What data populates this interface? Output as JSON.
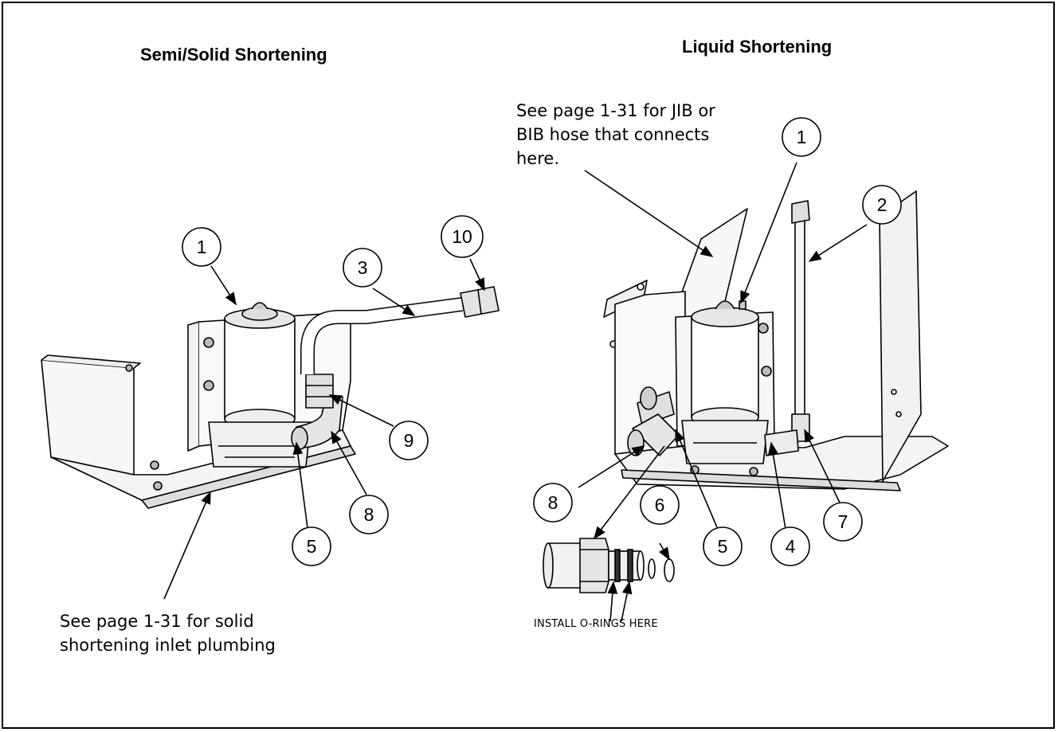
{
  "headings": {
    "left": "Semi/Solid Shortening",
    "right": "Liquid Shortening"
  },
  "notes": {
    "jib_line1": "See page 1-31 for JIB or",
    "jib_line2": "BIB hose that connects",
    "jib_line3": "here.",
    "solid_line1": "See page 1-31 for solid",
    "solid_line2": "shortening inlet plumbing",
    "orings": "INSTALL O-RINGS HERE"
  },
  "callouts": {
    "left": [
      "1",
      "3",
      "10",
      "9",
      "8",
      "5"
    ],
    "right": [
      "1",
      "2",
      "8",
      "6",
      "5",
      "4",
      "7"
    ]
  }
}
